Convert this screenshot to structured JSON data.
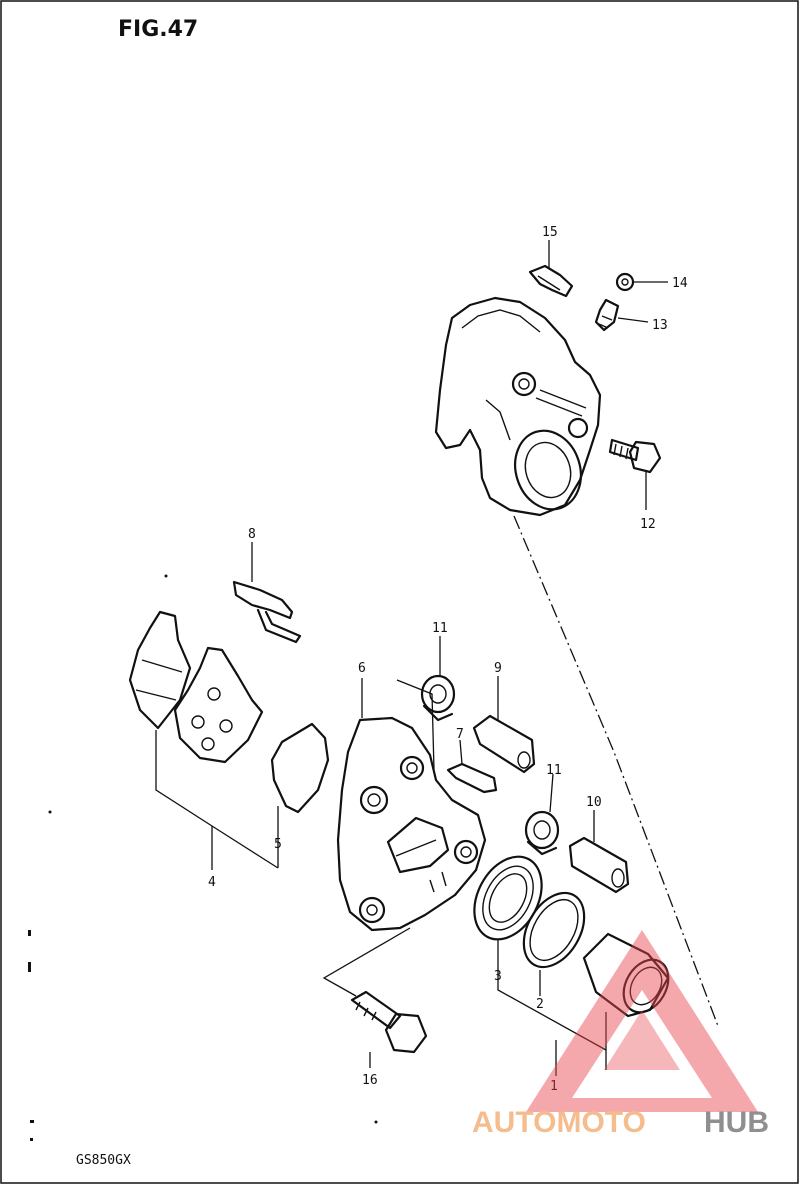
{
  "figure": {
    "title": "FIG.47",
    "model": "GS850GX"
  },
  "callouts": [
    {
      "id": "1",
      "label": "1"
    },
    {
      "id": "2",
      "label": "2"
    },
    {
      "id": "3",
      "label": "3"
    },
    {
      "id": "4",
      "label": "4"
    },
    {
      "id": "5",
      "label": "5"
    },
    {
      "id": "6",
      "label": "6"
    },
    {
      "id": "7",
      "label": "7"
    },
    {
      "id": "8",
      "label": "8"
    },
    {
      "id": "9",
      "label": "9"
    },
    {
      "id": "10",
      "label": "10"
    },
    {
      "id": "11a",
      "label": "11"
    },
    {
      "id": "11b",
      "label": "11"
    },
    {
      "id": "12",
      "label": "12"
    },
    {
      "id": "13",
      "label": "13"
    },
    {
      "id": "14",
      "label": "14"
    },
    {
      "id": "15",
      "label": "15"
    },
    {
      "id": "16",
      "label": "16"
    }
  ],
  "watermark": {
    "text_a": "AUTOMOTO",
    "text_b": "HUB",
    "color_a": "#f4b27a",
    "color_b": "#7c7c7c",
    "triangle_color": "#e8454b"
  }
}
